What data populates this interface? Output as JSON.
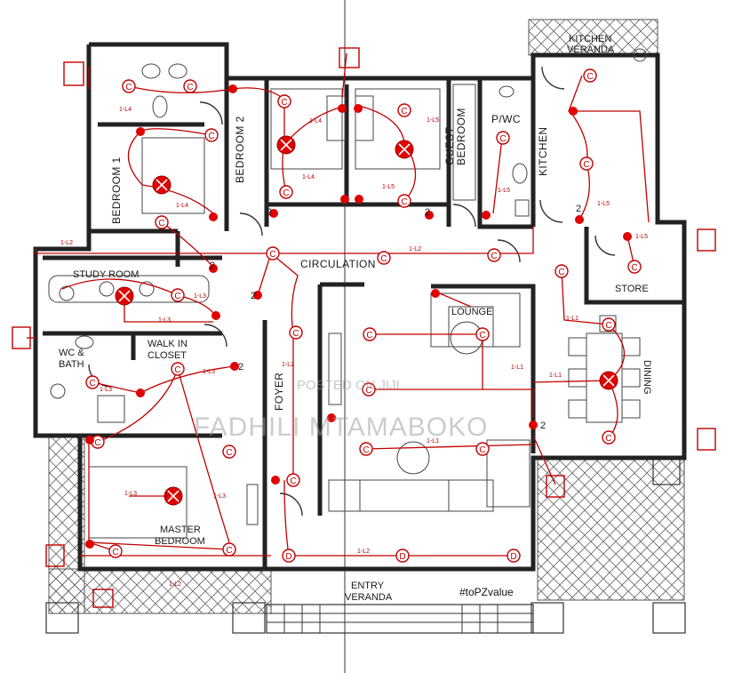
{
  "rooms": {
    "kitchen_veranda": "KITCHEN\nVERANDA",
    "bedroom_2": "BEDROOM 2",
    "bedroom_1": "BEDROOM 1",
    "guest_bedroom": "GUEST\nBEDROOM",
    "pwc": "P/WC",
    "kitchen": "KITCHEN",
    "study_room": "STUDY ROOM",
    "circulation": "CIRCULATION",
    "store": "STORE",
    "lounge": "LOUNGE",
    "wc_bath": "WC &\nBATH",
    "walk_in_closet": "WALK IN\nCLOSET",
    "dining": "DINING",
    "foyer": "FOYER",
    "master_bedroom": "MASTER\nBEDROOM",
    "entry_veranda": "ENTRY\nVERANDA"
  },
  "circuits": {
    "l1": "1-L1",
    "l2": "1-L2",
    "l3": "1-L3",
    "l4": "1-L4",
    "l5": "1-L5"
  },
  "symbols": {
    "ceiling_point": "C",
    "downlight_point": "D",
    "switch_two_way": "2"
  },
  "watermark": {
    "posted": "POSTED ON JIJI",
    "author": "FADHILI MTAMABOKO"
  },
  "tag": "#toPZvalue",
  "colors": {
    "wiring": "#c00000",
    "walls": "#222222"
  }
}
